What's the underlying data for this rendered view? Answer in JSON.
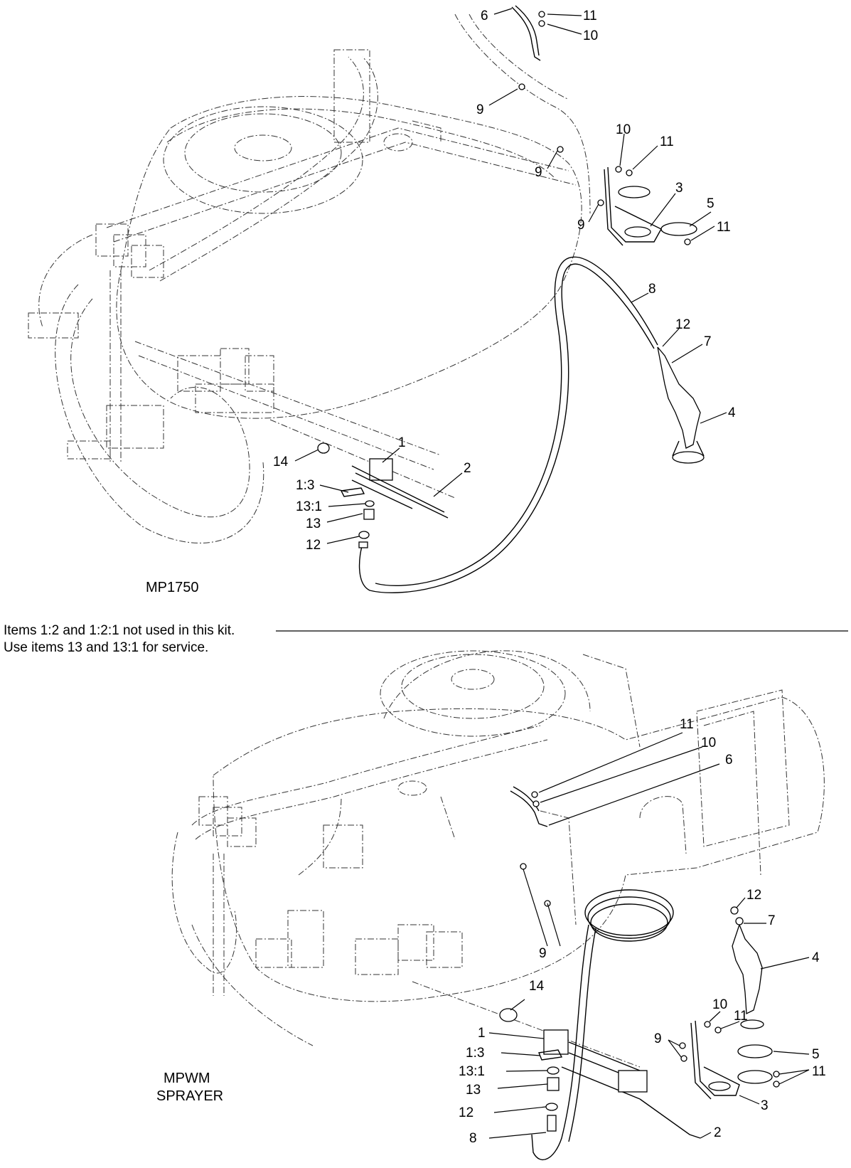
{
  "views": [
    {
      "label": "MP1750",
      "callouts": [
        "6",
        "11",
        "10",
        "9",
        "10",
        "11",
        "9",
        "3",
        "5",
        "11",
        "9",
        "8",
        "12",
        "7",
        "4",
        "1",
        "2",
        "14",
        "1:3",
        "13:1",
        "13",
        "12"
      ]
    },
    {
      "label_lines": [
        "MPWM",
        "SPRAYER"
      ],
      "callouts": [
        "11",
        "10",
        "6",
        "9",
        "12",
        "7",
        "4",
        "14",
        "10",
        "11",
        "9",
        "5",
        "11",
        "1",
        "1:3",
        "13:1",
        "13",
        "12",
        "8",
        "2",
        "3"
      ]
    }
  ],
  "note": {
    "line1": "Items 1:2 and 1:2:1 not used in this kit.",
    "line2": "Use items 13 and 13:1 for service."
  }
}
